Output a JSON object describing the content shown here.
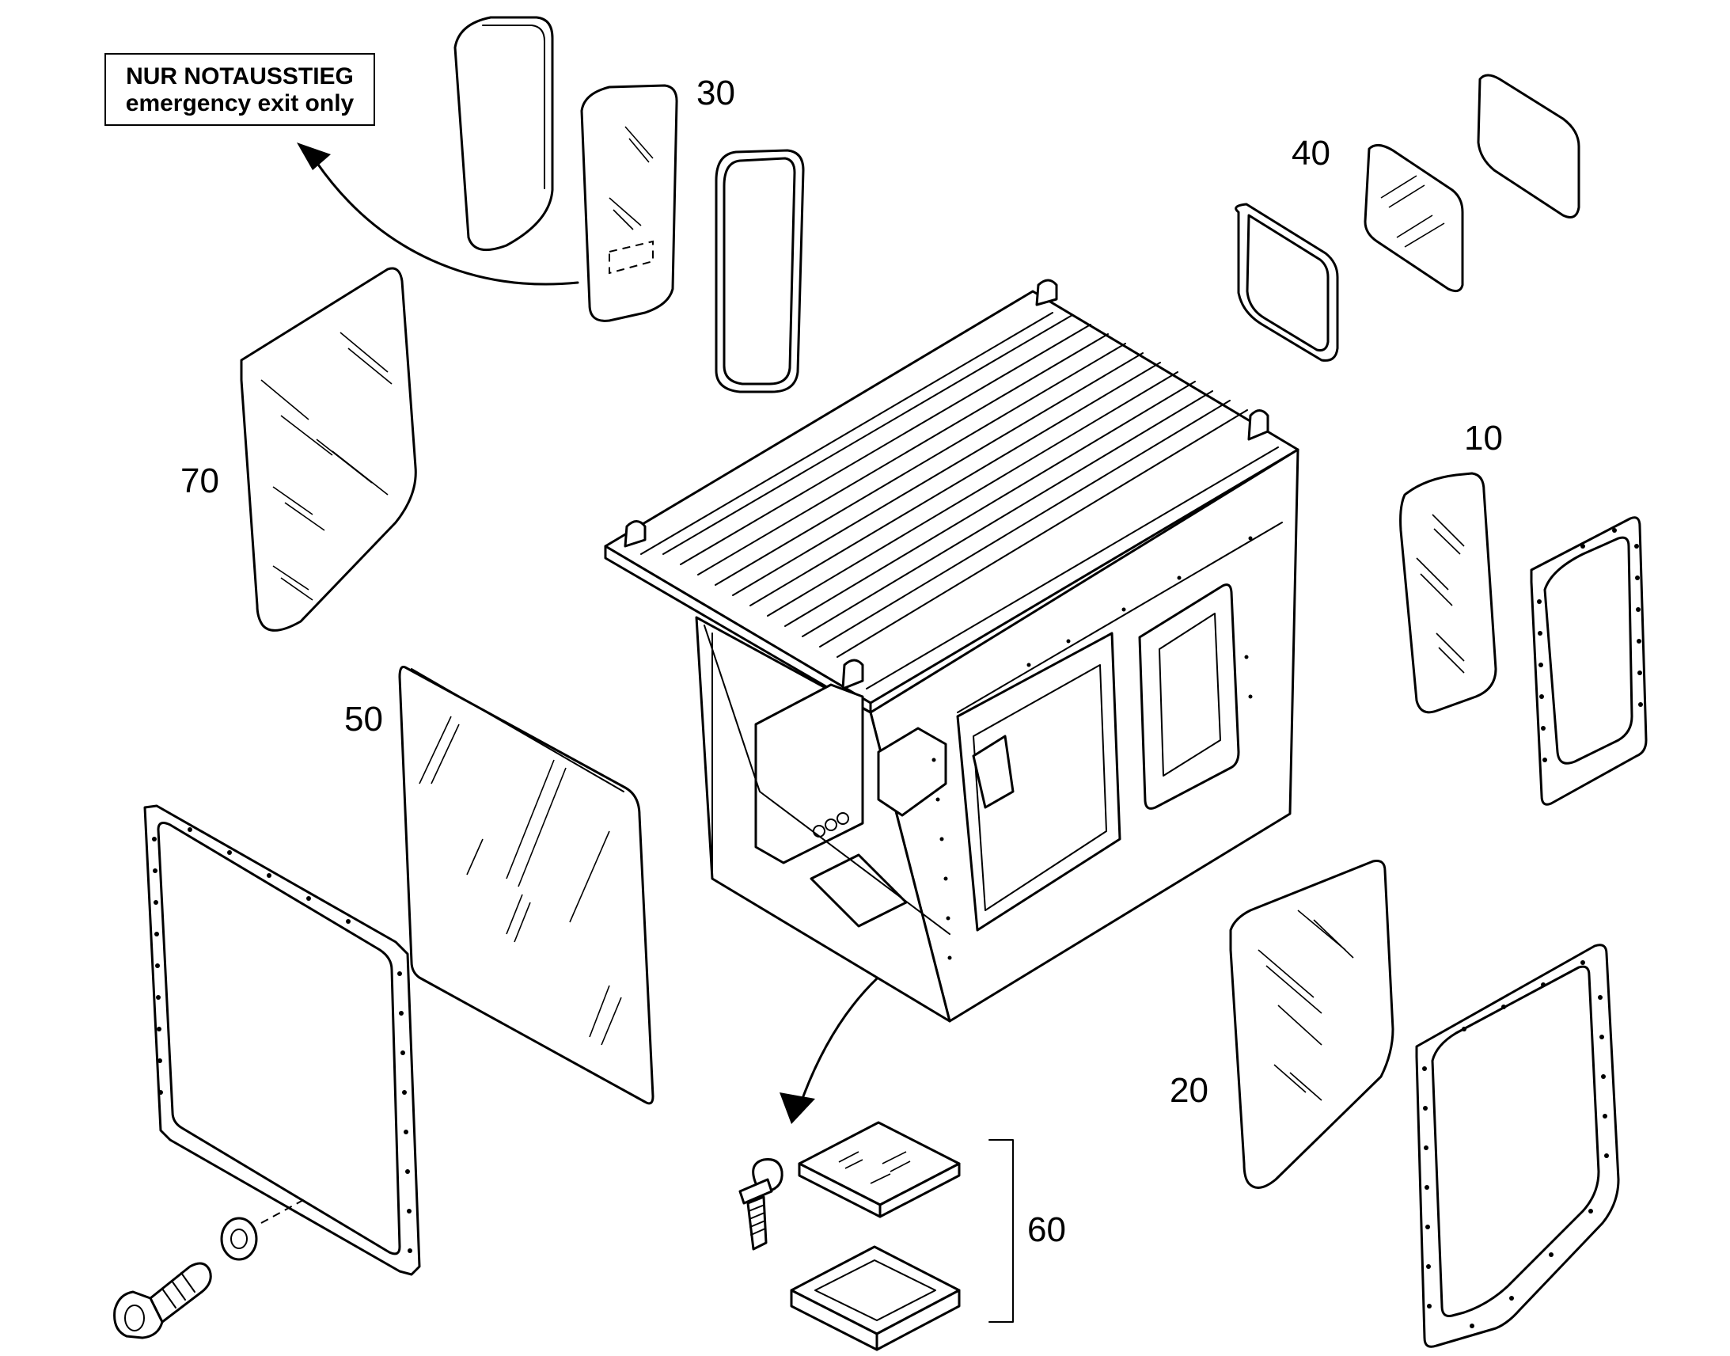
{
  "note": {
    "line1": "NUR NOTAUSSTIEG",
    "line2": "emergency exit only"
  },
  "callouts": {
    "p10": "10",
    "p20": "20",
    "p30": "30",
    "p40": "40",
    "p50": "50",
    "p60": "60",
    "p70": "70"
  }
}
